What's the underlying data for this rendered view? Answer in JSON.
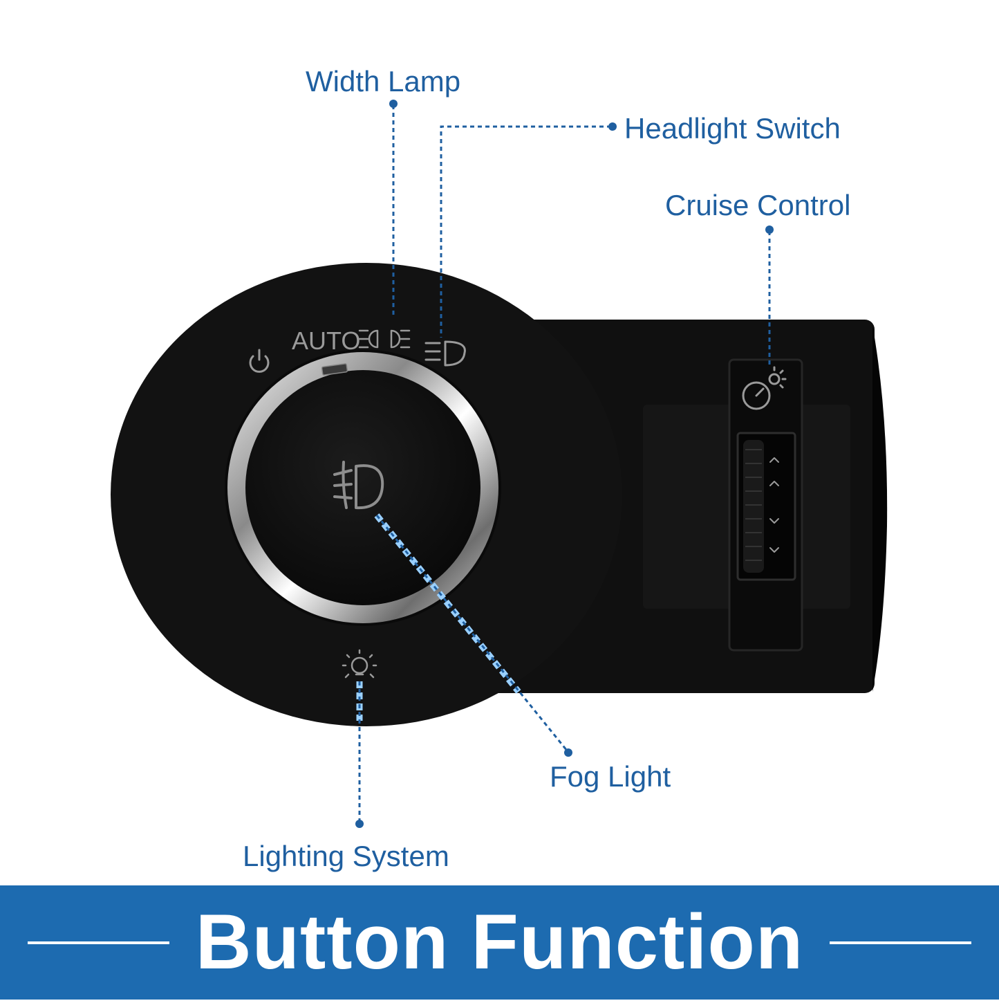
{
  "callouts": {
    "width_lamp": "Width Lamp",
    "headlight_switch": "Headlight Switch",
    "cruise_control": "Cruise Control",
    "fog_light": "Fog Light",
    "lighting_system": "Lighting System"
  },
  "switch_labels": {
    "auto": "AUTO"
  },
  "banner": {
    "title": "Button Function"
  },
  "colors": {
    "callout_blue": "#1f5fa0",
    "banner_blue": "#1d6bb0",
    "switch_body": "#0f0f0f",
    "symbol_gray": "#9a9a9a"
  }
}
